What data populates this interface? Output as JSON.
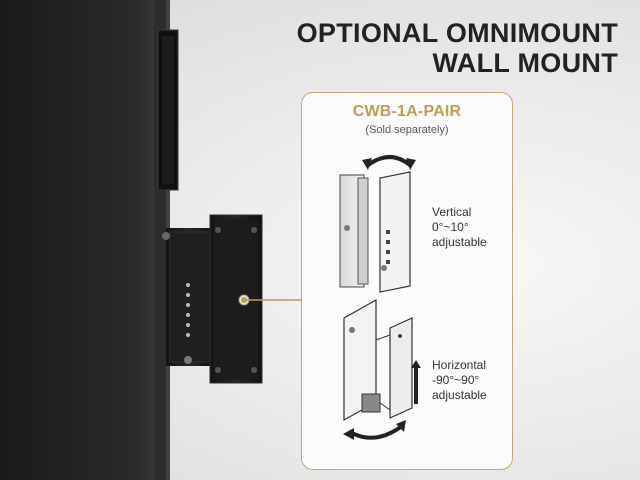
{
  "headline": {
    "line1": "OPTIONAL OMNIMOUNT",
    "line2": "WALL MOUNT"
  },
  "product": {
    "model": "CWB-1A-PAIR",
    "note": "(Sold separately)"
  },
  "features": [
    {
      "line1": "Vertical",
      "line2": "0°~10°",
      "line3": "adjustable"
    },
    {
      "line1": "Horizontal",
      "line2": "-90°~90°",
      "line3": "adjustable"
    }
  ],
  "colors": {
    "accent_gold": "#c39a4f",
    "speaker_black": "#1d1d1f",
    "bracket_black": "#18181a"
  }
}
